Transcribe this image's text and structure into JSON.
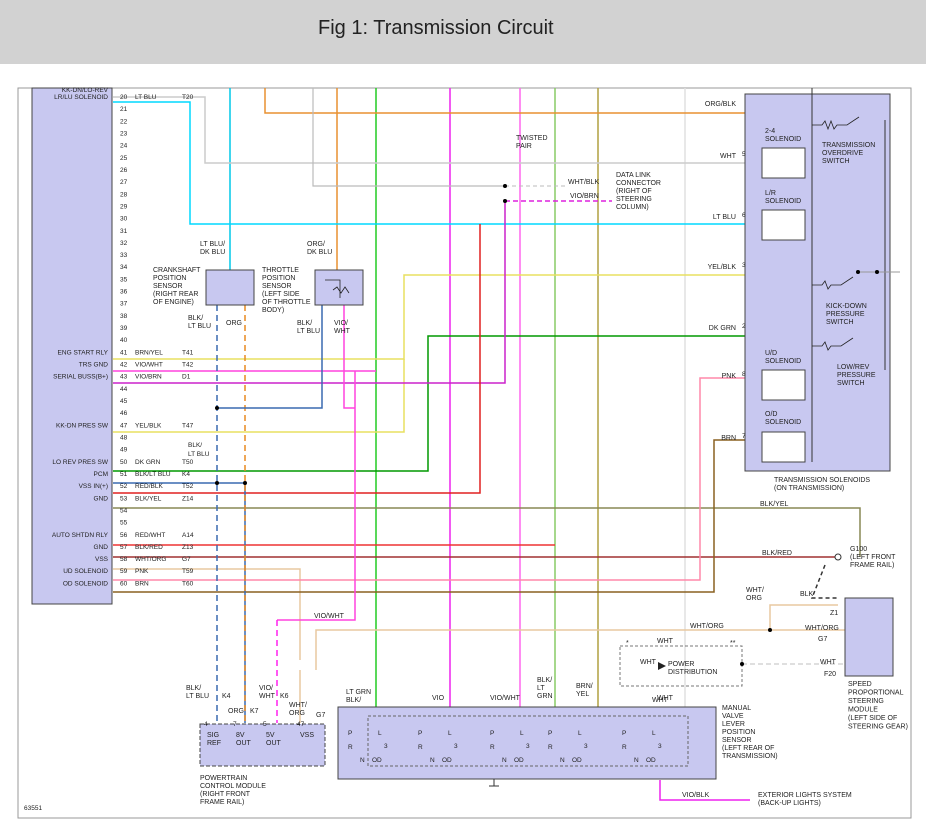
{
  "title": "Fig 1: Transmission Circuit",
  "figure_id": "63551",
  "pcm_pins": [
    {
      "pin": "20",
      "label": "LR/LU SOLENOID",
      "wire": "LT BLU",
      "code": "T20",
      "color": "#00d8ff"
    },
    {
      "pin": "21",
      "label": "",
      "wire": "",
      "code": "",
      "color": ""
    },
    {
      "pin": "22",
      "label": "",
      "wire": "",
      "code": "",
      "color": ""
    },
    {
      "pin": "23",
      "label": "",
      "wire": "",
      "code": "",
      "color": ""
    },
    {
      "pin": "24",
      "label": "",
      "wire": "",
      "code": "",
      "color": ""
    },
    {
      "pin": "25",
      "label": "",
      "wire": "",
      "code": "",
      "color": ""
    },
    {
      "pin": "26",
      "label": "",
      "wire": "",
      "code": "",
      "color": ""
    },
    {
      "pin": "27",
      "label": "",
      "wire": "",
      "code": "",
      "color": ""
    },
    {
      "pin": "28",
      "label": "",
      "wire": "",
      "code": "",
      "color": ""
    },
    {
      "pin": "29",
      "label": "",
      "wire": "",
      "code": "",
      "color": ""
    },
    {
      "pin": "30",
      "label": "",
      "wire": "",
      "code": "",
      "color": ""
    },
    {
      "pin": "31",
      "label": "",
      "wire": "",
      "code": "",
      "color": ""
    },
    {
      "pin": "32",
      "label": "",
      "wire": "",
      "code": "",
      "color": ""
    },
    {
      "pin": "33",
      "label": "",
      "wire": "",
      "code": "",
      "color": ""
    },
    {
      "pin": "34",
      "label": "",
      "wire": "",
      "code": "",
      "color": ""
    },
    {
      "pin": "35",
      "label": "",
      "wire": "",
      "code": "",
      "color": ""
    },
    {
      "pin": "36",
      "label": "",
      "wire": "",
      "code": "",
      "color": ""
    },
    {
      "pin": "37",
      "label": "",
      "wire": "",
      "code": "",
      "color": ""
    },
    {
      "pin": "38",
      "label": "",
      "wire": "",
      "code": "",
      "color": ""
    },
    {
      "pin": "39",
      "label": "",
      "wire": "",
      "code": "",
      "color": ""
    },
    {
      "pin": "40",
      "label": "",
      "wire": "",
      "code": "",
      "color": ""
    },
    {
      "pin": "41",
      "label": "ENG START RLY",
      "wire": "BRN/YEL",
      "code": "T41",
      "color": "#a89030"
    },
    {
      "pin": "42",
      "label": "TRS GND",
      "wire": "VIO/WHT",
      "code": "T42",
      "color": "#ff44dd"
    },
    {
      "pin": "43",
      "label": "SERIAL BUSS(B+)",
      "wire": "VIO/BRN",
      "code": "D1",
      "color": "#cc22cc"
    },
    {
      "pin": "44",
      "label": "",
      "wire": "",
      "code": "",
      "color": ""
    },
    {
      "pin": "45",
      "label": "",
      "wire": "",
      "code": "",
      "color": ""
    },
    {
      "pin": "46",
      "label": "",
      "wire": "",
      "code": "",
      "color": ""
    },
    {
      "pin": "47",
      "label": "KK-DN PRES SW",
      "wire": "YEL/BLK",
      "code": "T47",
      "color": "#e8e060"
    },
    {
      "pin": "48",
      "label": "",
      "wire": "",
      "code": "",
      "color": ""
    },
    {
      "pin": "49",
      "label": "",
      "wire": "",
      "code": "",
      "color": ""
    },
    {
      "pin": "50",
      "label": "LO REV PRES SW",
      "wire": "DK GRN",
      "code": "T50",
      "color": "#009900"
    },
    {
      "pin": "51",
      "label": "PCM",
      "wire": "BLK/LT BLU",
      "code": "K4",
      "color": "#3a6ab0"
    },
    {
      "pin": "52",
      "label": "VSS IN(+)",
      "wire": "RED/BLK",
      "code": "T52",
      "color": "#e02020"
    },
    {
      "pin": "53",
      "label": "GND",
      "wire": "BLK/YEL",
      "code": "Z14",
      "color": "#707040"
    },
    {
      "pin": "54",
      "label": "",
      "wire": "",
      "code": "",
      "color": ""
    },
    {
      "pin": "55",
      "label": "",
      "wire": "",
      "code": "",
      "color": ""
    },
    {
      "pin": "56",
      "label": "AUTO SHTDN RLY",
      "wire": "RED/WHT",
      "code": "A14",
      "color": "#ee3333"
    },
    {
      "pin": "57",
      "label": "GND",
      "wire": "BLK/RED",
      "code": "Z13",
      "color": "#8a3030"
    },
    {
      "pin": "58",
      "label": "VSS",
      "wire": "WHT/ORG",
      "code": "G7",
      "color": "#e8c8a0"
    },
    {
      "pin": "59",
      "label": "UD SOLENOID",
      "wire": "PNK",
      "code": "T59",
      "color": "#ff77aa"
    },
    {
      "pin": "60",
      "label": "OD SOLENOID",
      "wire": "BRN",
      "code": "T60",
      "color": "#8a6020"
    }
  ],
  "pcm_extra_labels": {
    "top_partial": "KK-DN/LO-REV",
    "pin48_wire": "BLK/",
    "pin49_wire": "LT BLU"
  },
  "sensors": {
    "crankshaft": {
      "label": "CRANKSHAFT POSITION SENSOR (RIGHT REAR OF ENGINE)",
      "lines": [
        "CRANKSHAFT",
        "POSITION",
        "SENSOR",
        "(RIGHT REAR",
        "OF ENGINE)"
      ],
      "top_wire": [
        "LT BLU/",
        "DK BLU"
      ],
      "bot_left": [
        "BLK/",
        "LT BLU"
      ],
      "bot_right": "ORG"
    },
    "throttle": {
      "lines": [
        "THROTTLE",
        "POSITION",
        "SENSOR",
        "(LEFT SIDE",
        "OF THROTTLE",
        "BODY)"
      ],
      "top_wire": [
        "ORG/",
        "DK BLU"
      ],
      "bot_left": [
        "BLK/",
        "LT BLU"
      ],
      "bot_right": [
        "VIO/",
        "WHT"
      ]
    }
  },
  "twisted_pair": [
    "TWISTED",
    "PAIR"
  ],
  "data_link": {
    "lines": [
      "DATA LINK",
      "CONNECTOR",
      "(RIGHT OF",
      "STEERING",
      "COLUMN)"
    ],
    "wire1": "WHT/BLK",
    "wire2": "VIO/BRN"
  },
  "solenoid_box": {
    "caption": [
      "TRANSMISSION SOLENOIDS",
      "(ON TRANSMISSION)"
    ],
    "inputs": [
      {
        "wire": "ORG/BLK",
        "pin": ""
      },
      {
        "wire": "WHT",
        "pin": "5"
      },
      {
        "wire": "LT BLU",
        "pin": "6"
      },
      {
        "wire": "YEL/BLK",
        "pin": "3"
      },
      {
        "wire": "DK GRN",
        "pin": "2"
      },
      {
        "wire": "PNK",
        "pin": "8"
      },
      {
        "wire": "BRN",
        "pin": "7"
      }
    ],
    "solenoids": [
      [
        "2-4",
        "SOLENOID"
      ],
      [
        "L/R",
        "SOLENOID"
      ],
      [
        "U/D",
        "SOLENOID"
      ],
      [
        "O/D",
        "SOLENOID"
      ]
    ],
    "switches": [
      [
        "TRANSMISSION",
        "OVERDRIVE",
        "SWITCH"
      ],
      [
        "KICK-DOWN",
        "PRESSURE",
        "SWITCH"
      ],
      [
        "LOW/REV",
        "PRESSURE",
        "SWITCH"
      ]
    ]
  },
  "ground": {
    "wire1": "BLK/YEL",
    "wire2": "BLK/RED",
    "lines": [
      "G100",
      "(LEFT FRONT",
      "FRAME RAIL)"
    ],
    "blk": "BLK",
    "z1": "Z1"
  },
  "steering_module": {
    "lines": [
      "SPEED",
      "PROPORTIONAL",
      "STEERING",
      "MODULE",
      "(LEFT SIDE OF",
      "STEERING GEAR)"
    ],
    "wire_in": "WHT/ORG",
    "g7": "G7",
    "wht": "WHT",
    "f20": "F20",
    "side_wires": [
      "WHT/",
      "ORG"
    ]
  },
  "power_distribution": {
    "label": "POWER DISTRIBUTION",
    "lines": [
      "POWER",
      "DISTRIBUTION"
    ],
    "wht_top": "WHT",
    "wht_left": "WHT",
    "wht_bottom": "WHT",
    "wht_org": "WHT/ORG",
    "star1": "*",
    "star2": "**"
  },
  "lower_pcm": {
    "title": [
      "POWERTRAIN",
      "CONTROL MODULE",
      "(RIGHT FRONT",
      "FRAME RAIL)"
    ],
    "pins": [
      {
        "pin": "4",
        "name": [
          "SIG",
          "REF"
        ],
        "wire": [
          "BLK/",
          "LT BLU"
        ],
        "code": "K4"
      },
      {
        "pin": "7",
        "name": [
          "8V",
          "OUT"
        ],
        "wire": [
          "ORG"
        ],
        "code": "K7"
      },
      {
        "pin": "5",
        "name": [
          "5V",
          "OUT"
        ],
        "wire": [
          "VIO/",
          "WHT"
        ],
        "code": "K6"
      },
      {
        "pin": "47",
        "name": [
          "VSS",
          ""
        ],
        "wire": [
          "WHT/",
          "ORG"
        ],
        "code": "G7"
      }
    ],
    "vio_wht": "VIO/WHT"
  },
  "manual_valve": {
    "lines": [
      "MANUAL",
      "VALVE",
      "LEVER",
      "POSITION",
      "SENSOR",
      "(LEFT REAR OF",
      "TRANSMISSION)"
    ],
    "wires": [
      [
        "LT GRN",
        "BLK/"
      ],
      [
        "VIO"
      ],
      [
        "VIO/WHT"
      ],
      [
        "BLK/",
        "LT",
        "GRN"
      ],
      [
        "BRN/",
        "YEL"
      ],
      [
        "WHT"
      ]
    ],
    "positions": [
      "P",
      "R",
      "N",
      "OD",
      "L",
      "3"
    ]
  },
  "exterior": {
    "wire": "VIO/BLK",
    "lines": [
      "EXTERIOR LIGHTS SYSTEM",
      "(BACK-UP LIGHTS)"
    ]
  },
  "colors": {
    "box_fill": "#c8c8f0",
    "box_stroke": "#444",
    "banner": "#d2d2d2"
  }
}
